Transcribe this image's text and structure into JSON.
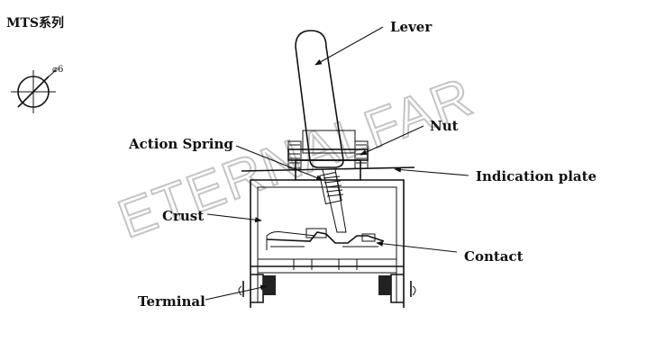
{
  "title": "MTS系列",
  "diameter_label": "⌀6",
  "watermark": "ETERNALFAR",
  "labels": {
    "lever": "Lever",
    "nut": "Nut",
    "action_spring": "Action Spring",
    "indication_plate": "Indication plate",
    "crust": "Crust",
    "contact": "Contact",
    "terminal": "Terminal"
  }
}
